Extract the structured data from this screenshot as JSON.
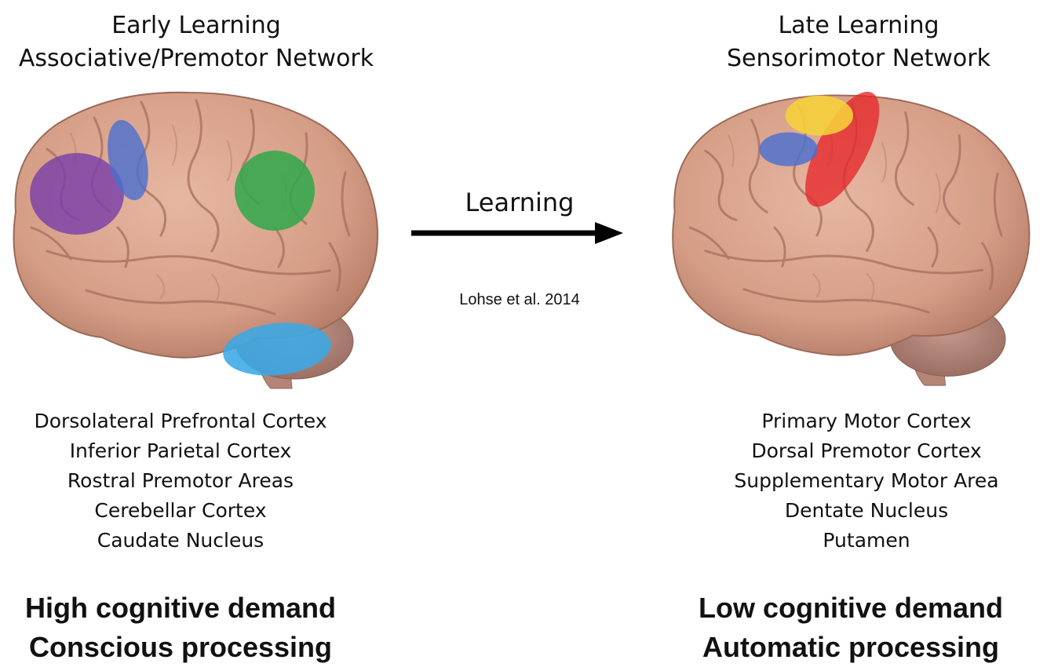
{
  "early": {
    "title_line1": "Early Learning",
    "title_line2": "Associative/Premotor Network",
    "regions": [
      "Dorsolateral Prefrontal Cortex",
      "Inferior Parietal Cortex",
      "Rostral Premotor Areas",
      "Cerebellar Cortex",
      "Caudate Nucleus"
    ],
    "demand_line1": "High cognitive demand",
    "demand_line2": "Conscious processing",
    "highlight_colors": {
      "purple": "#7a3fa8",
      "blue": "#4a6fd0",
      "green": "#2ea84a",
      "light_blue": "#3aa9e6"
    }
  },
  "late": {
    "title_line1": "Late Learning",
    "title_line2": "Sensorimotor Network",
    "regions": [
      "Primary Motor Cortex",
      "Dorsal Premotor Cortex",
      "Supplementary Motor Area",
      "Dentate Nucleus",
      "Putamen"
    ],
    "demand_line1": "Low cognitive demand",
    "demand_line2": "Automatic processing",
    "highlight_colors": {
      "yellow": "#f6d23a",
      "red": "#e5262a",
      "blue": "#4a6fd0"
    }
  },
  "transition": {
    "label": "Learning",
    "citation": "Lohse et al. 2014"
  },
  "colors": {
    "brain_fill": "#d9a48e",
    "brain_shadow": "#b87d68",
    "cerebellum": "#b8877a",
    "arrow": "#000000"
  }
}
